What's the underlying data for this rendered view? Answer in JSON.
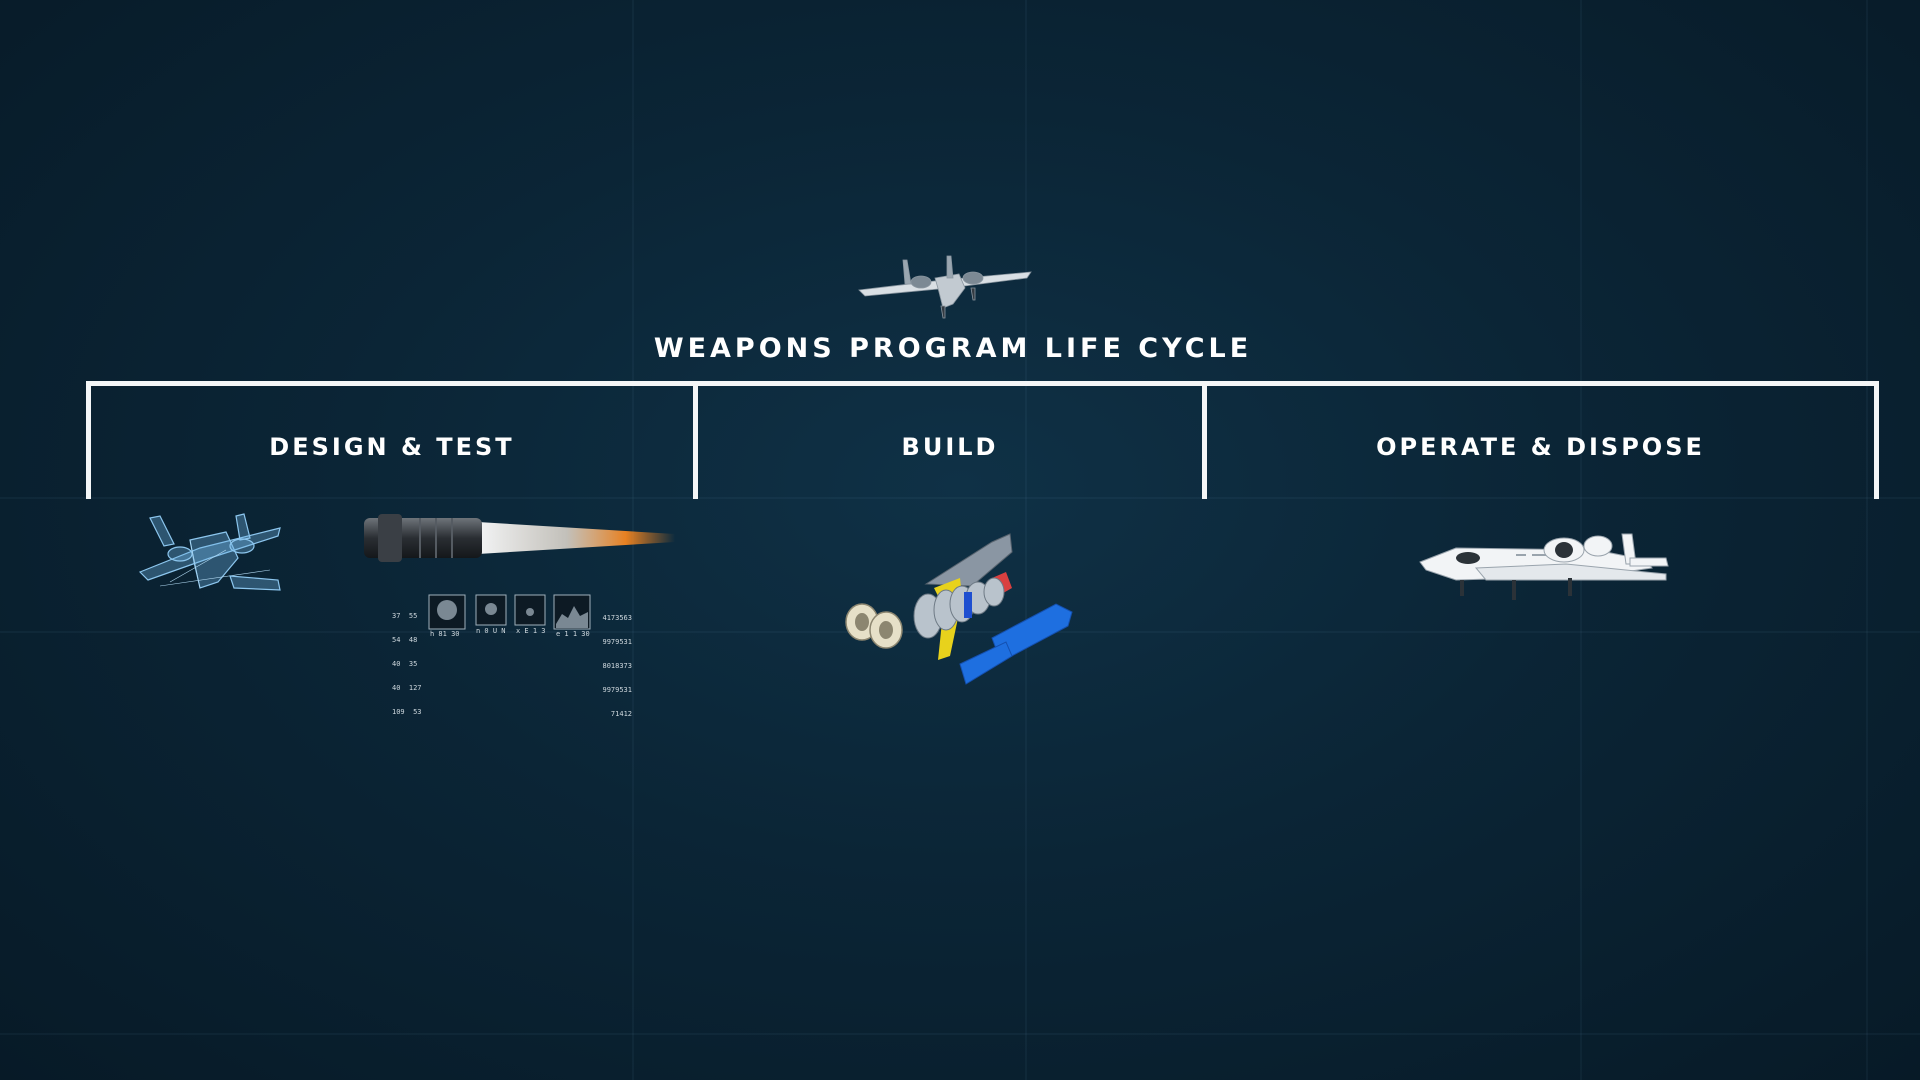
{
  "title": "WEAPONS PROGRAM LIFE CYCLE",
  "phases": [
    {
      "label": "DESIGN & TEST"
    },
    {
      "label": "BUILD"
    },
    {
      "label": "OPERATE & DISPOSE"
    }
  ],
  "test_readout": {
    "left_columns": [
      "37  55",
      "54  48",
      "40  35",
      "40  127",
      "109  53"
    ],
    "panel_labels": [
      "h 81 30",
      "n 0 U N",
      "x E 1 3",
      "e 1 1 30"
    ],
    "right_numbers": [
      "4173563",
      "9979531",
      "8018373",
      "9979531",
      "71412"
    ]
  },
  "colors": {
    "background": "#0b2536",
    "bracket": "#f4f6f7",
    "text": "#ffffff",
    "wireframe": "#6fb4e6",
    "exhaust": "#ff8a1e",
    "part_blue": "#1e6fe0",
    "part_yellow": "#e8d21c",
    "part_red": "#d94040"
  },
  "icons": {
    "hero": "aircraft-icon",
    "design": "wireframe-aircraft-icon",
    "test": "jet-engine-test-icon",
    "build": "exploded-engine-icon",
    "operate": "aircraft-icon"
  }
}
